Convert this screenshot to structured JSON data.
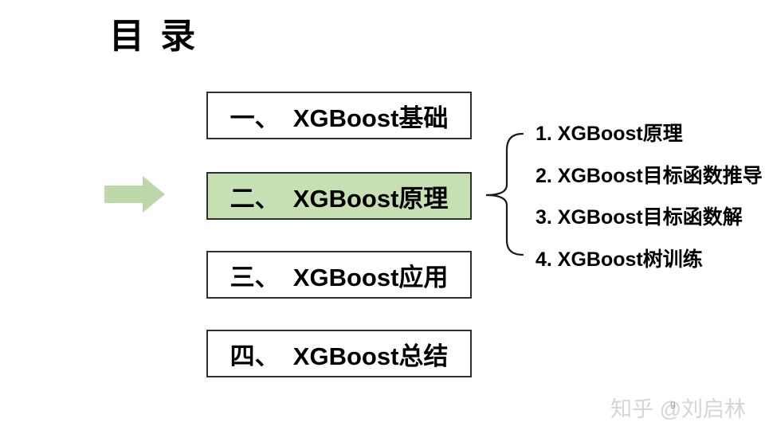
{
  "slide": {
    "title": "目 录",
    "page_number": "9",
    "watermark": "知乎 @刘启林"
  },
  "toc": {
    "items": [
      {
        "label": "一、  XGBoost基础",
        "highlighted": false
      },
      {
        "label": "二、  XGBoost原理",
        "highlighted": true
      },
      {
        "label": "三、  XGBoost应用",
        "highlighted": false
      },
      {
        "label": "四、  XGBoost总结",
        "highlighted": false
      }
    ]
  },
  "subtopics": {
    "items": [
      {
        "label": "1. XGBoost原理"
      },
      {
        "label": "2. XGBoost目标函数推导"
      },
      {
        "label": "3. XGBoost目标函数解"
      },
      {
        "label": "4. XGBoost树训练"
      }
    ]
  },
  "icons": {
    "pointer_arrow": "right-arrow-icon",
    "brace": "right-curly-brace-icon"
  },
  "colors": {
    "highlight_fill": "#c6e0b4",
    "arrow_fill": "#bed7a9",
    "box_border": "#2f2f2f",
    "brace_stroke": "#1a1a1a",
    "text": "#000000",
    "watermark": "#d6d6d6",
    "page_number": "#9a9a9a"
  }
}
